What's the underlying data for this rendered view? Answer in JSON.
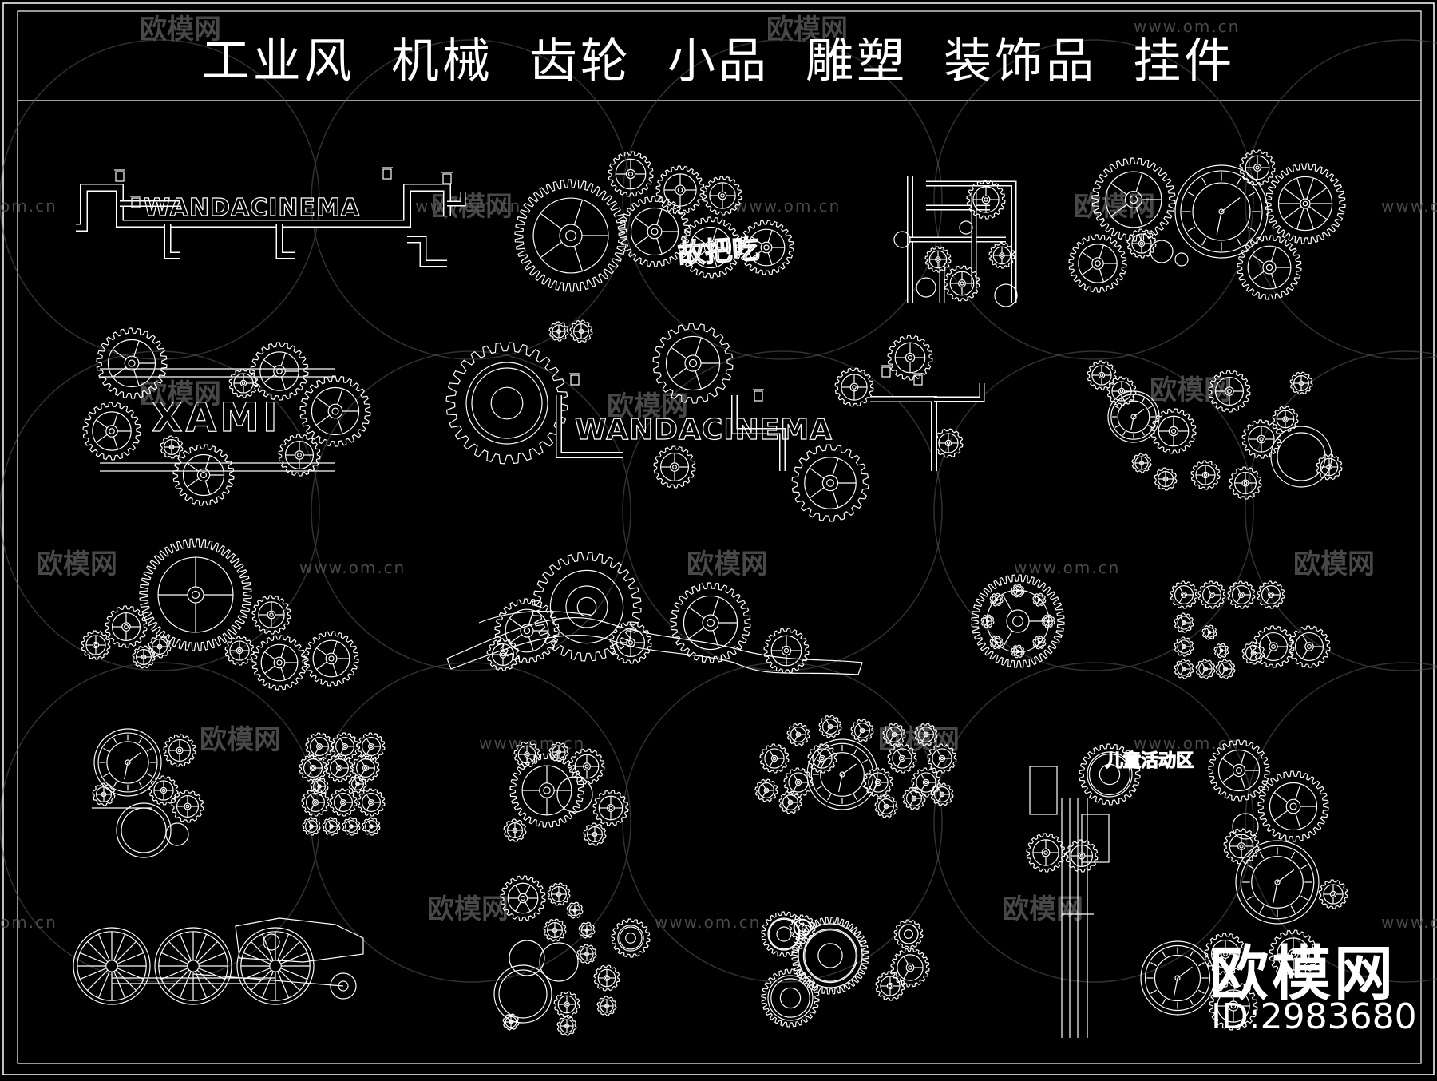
{
  "title": "工业风 机械 齿轮 小品 雕塑 装饰品 挂件",
  "signs": {
    "wanda_top": "WANDACINEMA",
    "wanda_mid": "WANDACINEMA",
    "xami": "XAMI",
    "calligraphy": "故把吃",
    "kids_area": "儿童活动区"
  },
  "watermark": {
    "logo_text": "欧模网",
    "url_text": "www.om.cn",
    "url_partial": "om.cn"
  },
  "brand": {
    "name": "欧模网",
    "id": "ID:2983680"
  },
  "colors": {
    "background": "#000000",
    "line": "#ffffff",
    "watermark": "#5a5a5a"
  }
}
